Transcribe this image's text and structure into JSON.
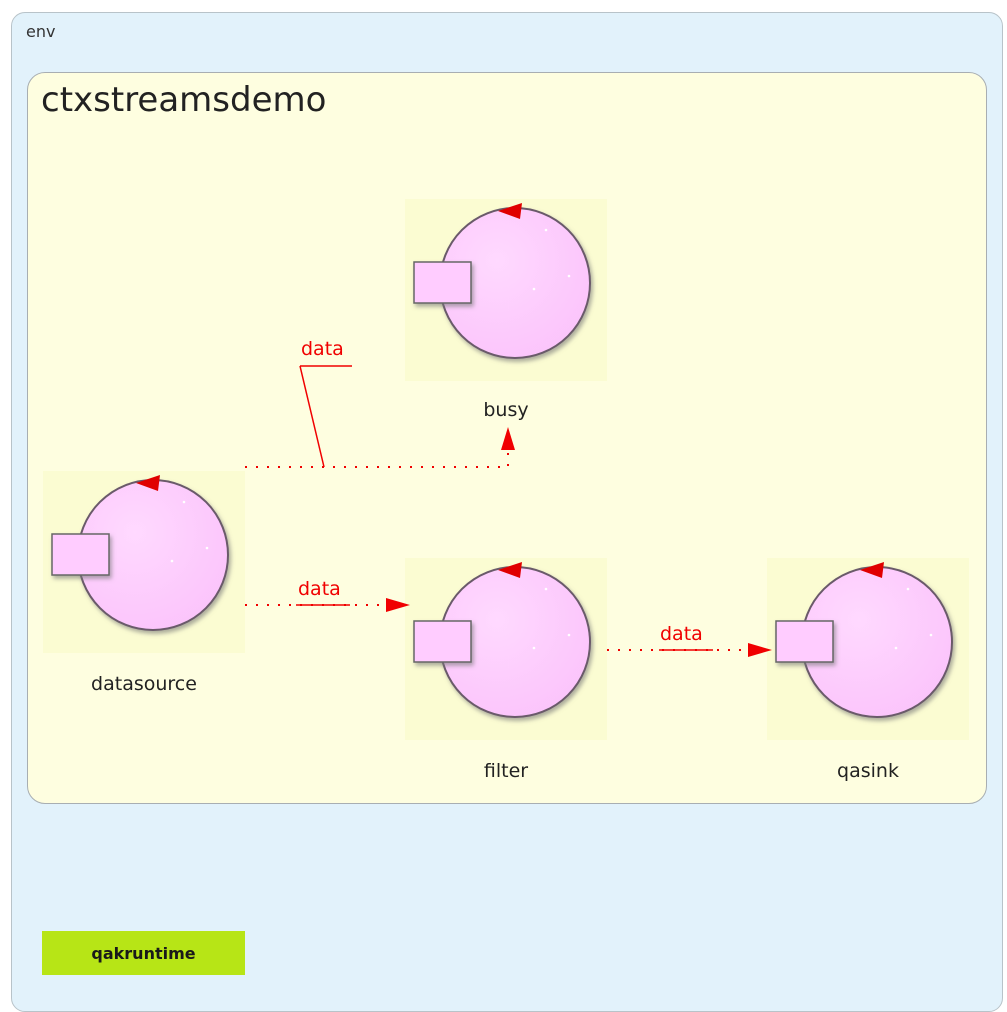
{
  "env": {
    "label": "env"
  },
  "context": {
    "title": "ctxstreamsdemo"
  },
  "actors": [
    {
      "id": "busy",
      "name": "busy"
    },
    {
      "id": "datasource",
      "name": "datasource"
    },
    {
      "id": "filter",
      "name": "filter"
    },
    {
      "id": "qasink",
      "name": "qasink"
    }
  ],
  "edges": [
    {
      "from": "datasource",
      "to": "busy",
      "label": "data"
    },
    {
      "from": "datasource",
      "to": "filter",
      "label": "data"
    },
    {
      "from": "filter",
      "to": "qasink",
      "label": "data"
    }
  ],
  "runtime": {
    "label": "qakruntime"
  },
  "colors": {
    "edge": "#f00000",
    "actor_fill": "#ffcfff",
    "actor_bg": "#fbfcd2",
    "context_bg": "#fefee0",
    "env_bg": "#e2f2fb",
    "runtime_bg": "#b7e516"
  }
}
